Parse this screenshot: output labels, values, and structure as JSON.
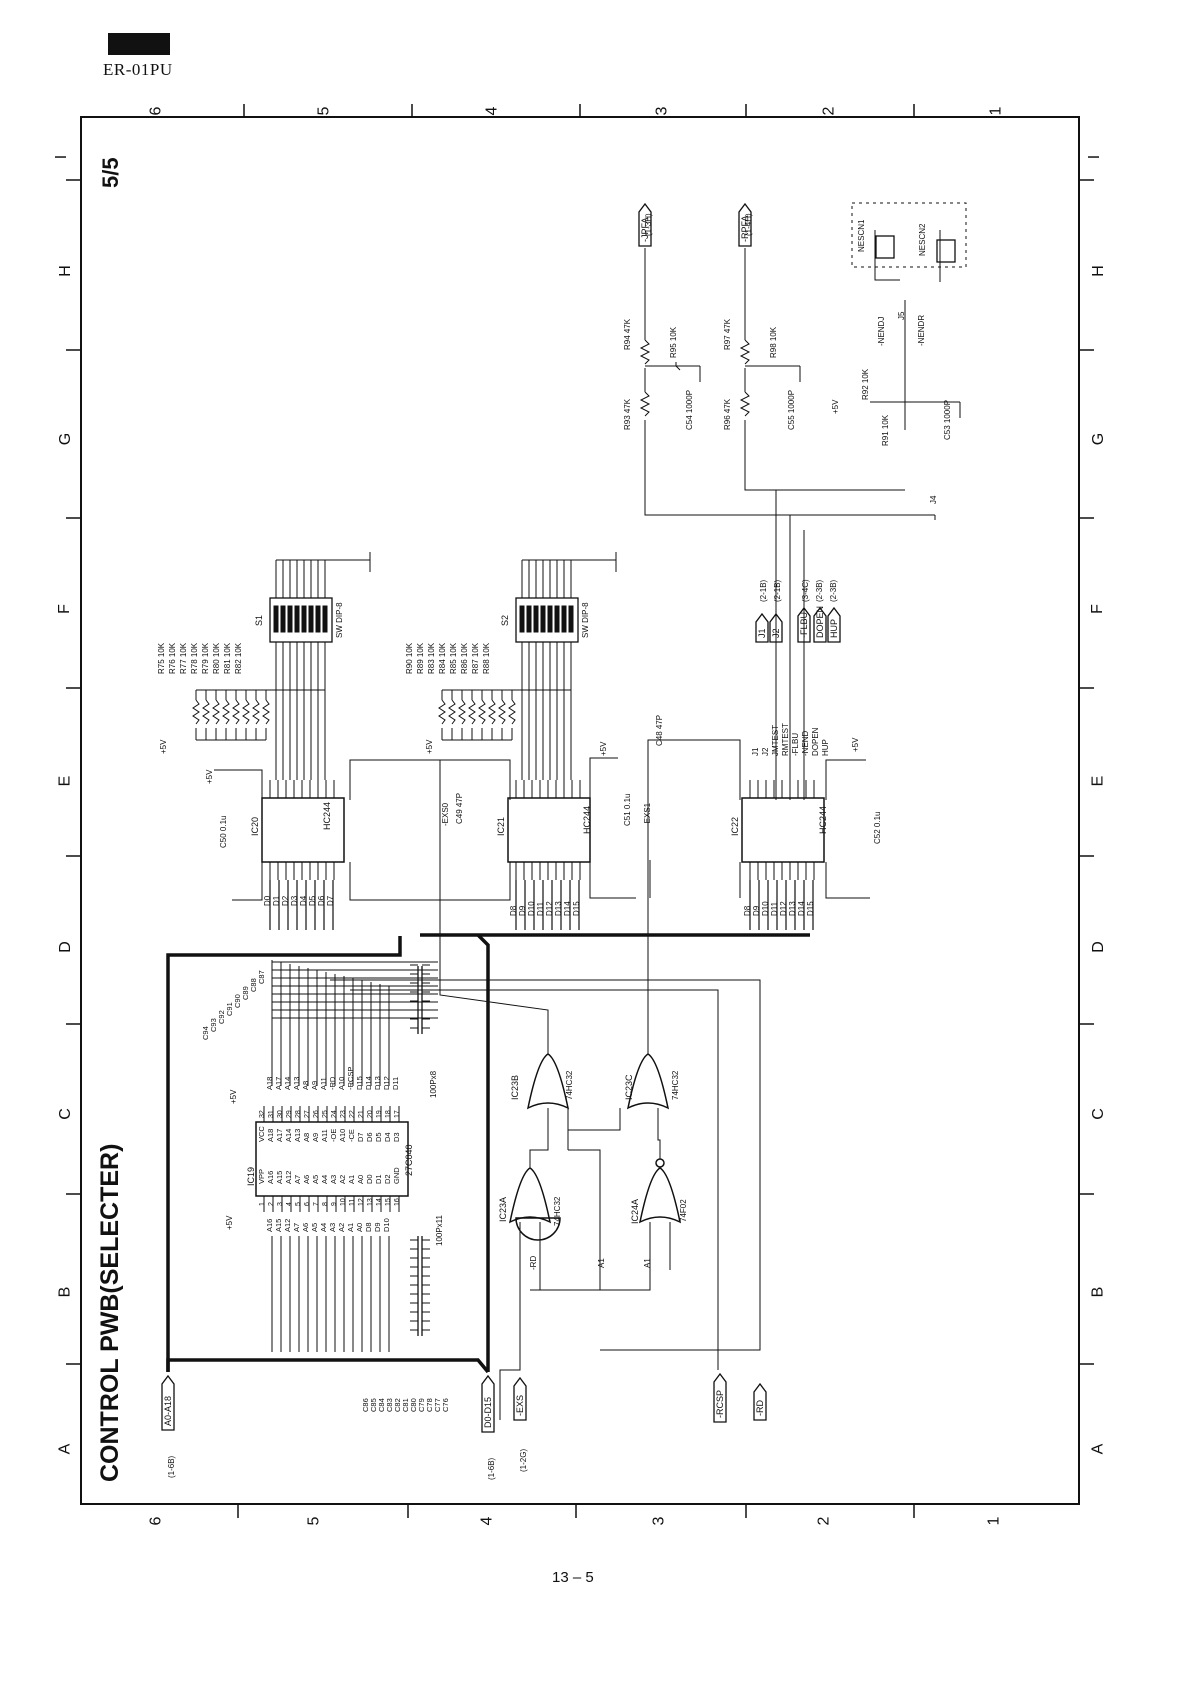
{
  "header": {
    "model": "ER-01PU"
  },
  "footer": {
    "page_number": "13 – 5"
  },
  "diagram": {
    "title": "CONTROL PWB(SELECTER)",
    "sheet": "5/5",
    "zone_numbers": [
      "6",
      "5",
      "4",
      "3",
      "2",
      "1"
    ],
    "zone_letters": [
      "I",
      "H",
      "G",
      "F",
      "E",
      "D",
      "C",
      "B",
      "A"
    ],
    "connectors": {
      "address_bus": "A0-A18",
      "address_ref": "(1-6B)",
      "data_bus": "D0-D15",
      "data_ref": "(1-6B)",
      "exs": "-EXS",
      "exs_ref": "(1-2G)",
      "rcsp": "-RCSP",
      "rd": "-RD",
      "jpfa": "-JPFA",
      "jpfa_ref": "(1-3H)",
      "rpfa": "-RPFA",
      "rpfa_ref": "(1-4H)",
      "j1": "J1",
      "j1_ref": "(2-1B)",
      "j2": "J2",
      "j2_ref": "(2-1B)",
      "flbu": "-FLBU",
      "flbu_ref": "(3-4C)",
      "dopen": "DOPEN",
      "dopen_ref": "(2-3B)",
      "hup": "HUP",
      "hup_ref": "(2-3B)"
    },
    "ics": {
      "ic19": "IC19",
      "ic19_part": "27C040",
      "ic20": "IC20",
      "ic21": "IC21",
      "ic22": "IC22",
      "hc244": "HC244",
      "ic23a": "IC23A",
      "ic23b": "IC23B",
      "ic23c": "IC23C",
      "hc32": "74HC32",
      "ic24a": "IC24A",
      "f02": "74F02",
      "s1": "S1",
      "s2": "S2",
      "sw": "SW DIP-8",
      "nescn1": "NESCN1",
      "nescn2": "NESCN2"
    },
    "components": {
      "r75_82": [
        "R75 10K",
        "R76 10K",
        "R77 10K",
        "R78 10K",
        "R79 10K",
        "R80 10K",
        "R81 10K",
        "R82 10K"
      ],
      "r90_88": [
        "R90 10K",
        "R89 10K",
        "R83 10K",
        "R84 10K",
        "R85 10K",
        "R86 10K",
        "R87 10K",
        "R88 10K"
      ],
      "c50": "C50 0.1u",
      "c51": "C51 0.1u",
      "c52": "C52 0.1u",
      "c49": "C49 47P",
      "c48": "C48 47P",
      "c54": "C54 1000P",
      "c55": "C55 1000P",
      "c53": "C53 1000P",
      "r93": "R93 47K",
      "r94": "R94 47K",
      "r95": "R95 10K",
      "r96": "R96 47K",
      "r97": "R97 47K",
      "r98": "R98 10K",
      "r91": "R91 10K",
      "r92": "R92 10K",
      "j4": "J4",
      "j5": "J5",
      "caps_top": [
        "C94",
        "C93",
        "C92",
        "C91",
        "C90",
        "C89",
        "C88",
        "C87"
      ],
      "caps_top_val": "100Px8",
      "caps_bottom": [
        "C86",
        "C85",
        "C84",
        "C83",
        "C82",
        "C81",
        "C80",
        "C79",
        "C78",
        "C77",
        "C76"
      ],
      "caps_bottom_val": "100Px11"
    },
    "signals": {
      "vcc5": "+5V",
      "exs0": "-EXS0",
      "exs1": "-EXS1",
      "a1": "A1",
      "rd": "-RD",
      "nendj": "-NENDJ",
      "nendr": "-NENDR",
      "ic22_in": [
        "J1",
        "J2",
        "JMTEST",
        "RMTEST",
        "-FLBU",
        "-NEND",
        "DOPEN",
        "HUP"
      ],
      "d_low": [
        "D0",
        "D1",
        "D2",
        "D3",
        "D4",
        "D5",
        "D6",
        "D7"
      ],
      "d_high": [
        "D8",
        "D9",
        "D10",
        "D11",
        "D12",
        "D13",
        "D14",
        "D15"
      ]
    },
    "ic19_pins": {
      "left": [
        "VPP",
        "A16",
        "A15",
        "A12",
        "A7",
        "A6",
        "A5",
        "A4",
        "A3",
        "A2",
        "A1",
        "A0",
        "D0",
        "D1",
        "D2",
        "GND"
      ],
      "right": [
        "VCC",
        "A18",
        "A17",
        "A14",
        "A13",
        "A8",
        "A9",
        "A11",
        "-OE",
        "A10",
        "-CE",
        "D7",
        "D6",
        "D5",
        "D4",
        "D3"
      ],
      "left_nums": [
        "1",
        "2",
        "3",
        "4",
        "5",
        "6",
        "7",
        "8",
        "9",
        "10",
        "11",
        "12",
        "13",
        "14",
        "15",
        "16"
      ],
      "right_nums": [
        "32",
        "31",
        "30",
        "29",
        "28",
        "27",
        "26",
        "25",
        "24",
        "23",
        "22",
        "21",
        "20",
        "19",
        "18",
        "17"
      ],
      "left_net": [
        "A16",
        "A15",
        "A12",
        "A7",
        "A6",
        "A5",
        "A4",
        "A3",
        "A2",
        "A1",
        "A0",
        "D8",
        "D9",
        "D10"
      ],
      "right_net": [
        "A18",
        "A17",
        "A14",
        "A13",
        "A8",
        "A9",
        "A11",
        "-RD",
        "A10",
        "-RCSP",
        "D15",
        "D14",
        "D13",
        "D12",
        "D11"
      ]
    }
  }
}
